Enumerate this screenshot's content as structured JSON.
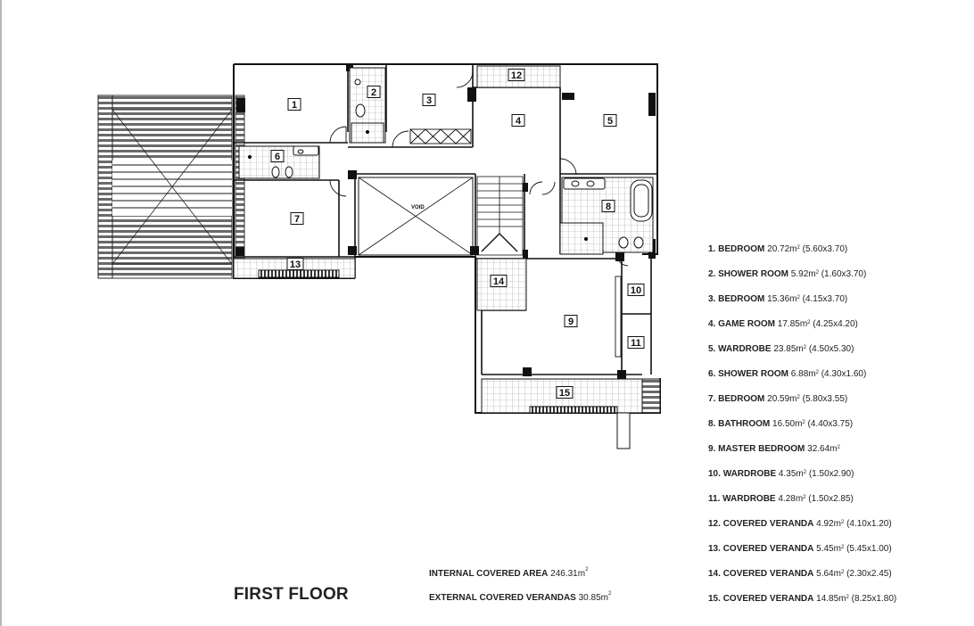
{
  "title": "FIRST FLOOR",
  "void_label": "VOID",
  "room_numbers": [
    "1",
    "2",
    "3",
    "4",
    "5",
    "6",
    "7",
    "8",
    "9",
    "10",
    "11",
    "12",
    "13",
    "14",
    "15"
  ],
  "legend": [
    {
      "no": "1.",
      "name": "BEDROOM",
      "area": "20.72m",
      "unit_sup": "2",
      "dims": "(5.60x3.70)"
    },
    {
      "no": "2.",
      "name": "SHOWER ROOM",
      "area": "5.92m",
      "unit_sup": "2",
      "dims": "(1.60x3.70)"
    },
    {
      "no": "3.",
      "name": "BEDROOM",
      "area": "15.36m",
      "unit_sup": "2",
      "dims": "(4.15x3.70)"
    },
    {
      "no": "4.",
      "name": "GAME ROOM",
      "area": "17.85m",
      "unit_sup": "2",
      "dims": "(4.25x4.20)"
    },
    {
      "no": "5.",
      "name": "WARDROBE",
      "area": "23.85m",
      "unit_sup": "2",
      "dims": "(4.50x5.30)"
    },
    {
      "no": "6.",
      "name": "SHOWER ROOM",
      "area": "6.88m",
      "unit_sup": "2",
      "dims": "(4.30x1.60)"
    },
    {
      "no": "7.",
      "name": "BEDROOM",
      "area": "20.59m",
      "unit_sup": "2",
      "dims": "(5.80x3.55)"
    },
    {
      "no": "8.",
      "name": "BATHROOM",
      "area": "16.50m",
      "unit_sup": "2",
      "dims": "(4.40x3.75)"
    },
    {
      "no": "9.",
      "name": "MASTER BEDROOM",
      "area": "32.64m",
      "unit_sup": "2",
      "dims": ""
    },
    {
      "no": "10.",
      "name": "WARDROBE",
      "area": "4.35m",
      "unit_sup": "2",
      "dims": "(1.50x2.90)"
    },
    {
      "no": "11.",
      "name": "WARDROBE",
      "area": "4.28m",
      "unit_sup": "2",
      "dims": "(1.50x2.85)"
    },
    {
      "no": "12.",
      "name": "COVERED VERANDA",
      "area": "4.92m",
      "unit_sup": "2",
      "dims": "(4.10x1.20)"
    },
    {
      "no": "13.",
      "name": "COVERED VERANDA",
      "area": "5.45m",
      "unit_sup": "2",
      "dims": "(5.45x1.00)"
    },
    {
      "no": "14.",
      "name": "COVERED VERANDA",
      "area": "5.64m",
      "unit_sup": "2",
      "dims": "(2.30x2.45)"
    },
    {
      "no": "15.",
      "name": "COVERED VERANDA",
      "area": "14.85m",
      "unit_sup": "2",
      "dims": "(8.25x1.80)"
    }
  ],
  "areas": {
    "internal": {
      "label": "INTERNAL COVERED AREA",
      "value": "246.31m",
      "unit_sup": "2"
    },
    "external": {
      "label": "EXTERNAL COVERED VERANDAS",
      "value": "30.85m",
      "unit_sup": "2"
    }
  },
  "colors": {
    "wall": "#111111",
    "tile": "#9a9a9a",
    "paper": "#ffffff"
  }
}
